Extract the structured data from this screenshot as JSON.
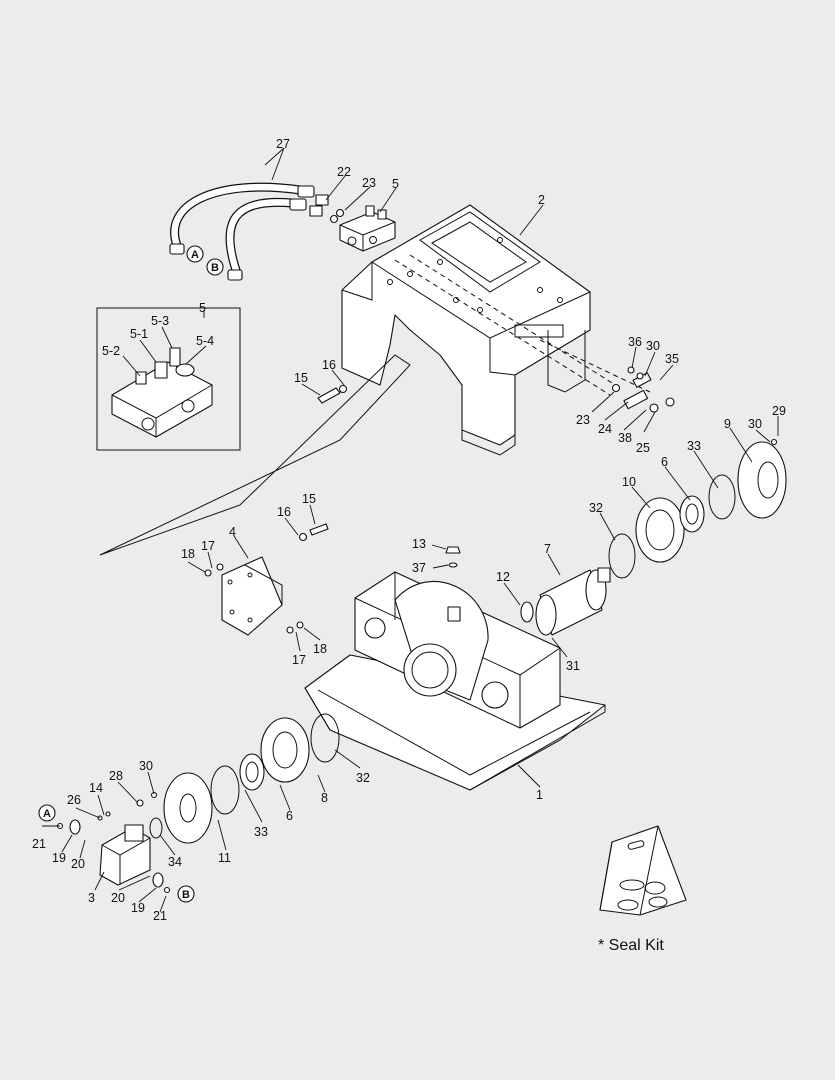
{
  "figure": {
    "inset_label": "5",
    "seal_kit_caption": "* Seal Kit",
    "connector_a": "A",
    "connector_b": "B"
  },
  "callouts": [
    "27",
    "22",
    "23",
    "5",
    "2",
    "5",
    "5-3",
    "5-1",
    "5-4",
    "5-2",
    "16",
    "15",
    "36",
    "30",
    "35",
    "23",
    "24",
    "38",
    "25",
    "29",
    "30",
    "9",
    "33",
    "6",
    "10",
    "32",
    "7",
    "12",
    "13",
    "37",
    "15",
    "16",
    "4",
    "17",
    "18",
    "17",
    "18",
    "31",
    "1",
    "32",
    "8",
    "6",
    "33",
    "11",
    "34",
    "30",
    "28",
    "14",
    "26",
    "21",
    "19",
    "20",
    "3",
    "20",
    "19",
    "21"
  ]
}
